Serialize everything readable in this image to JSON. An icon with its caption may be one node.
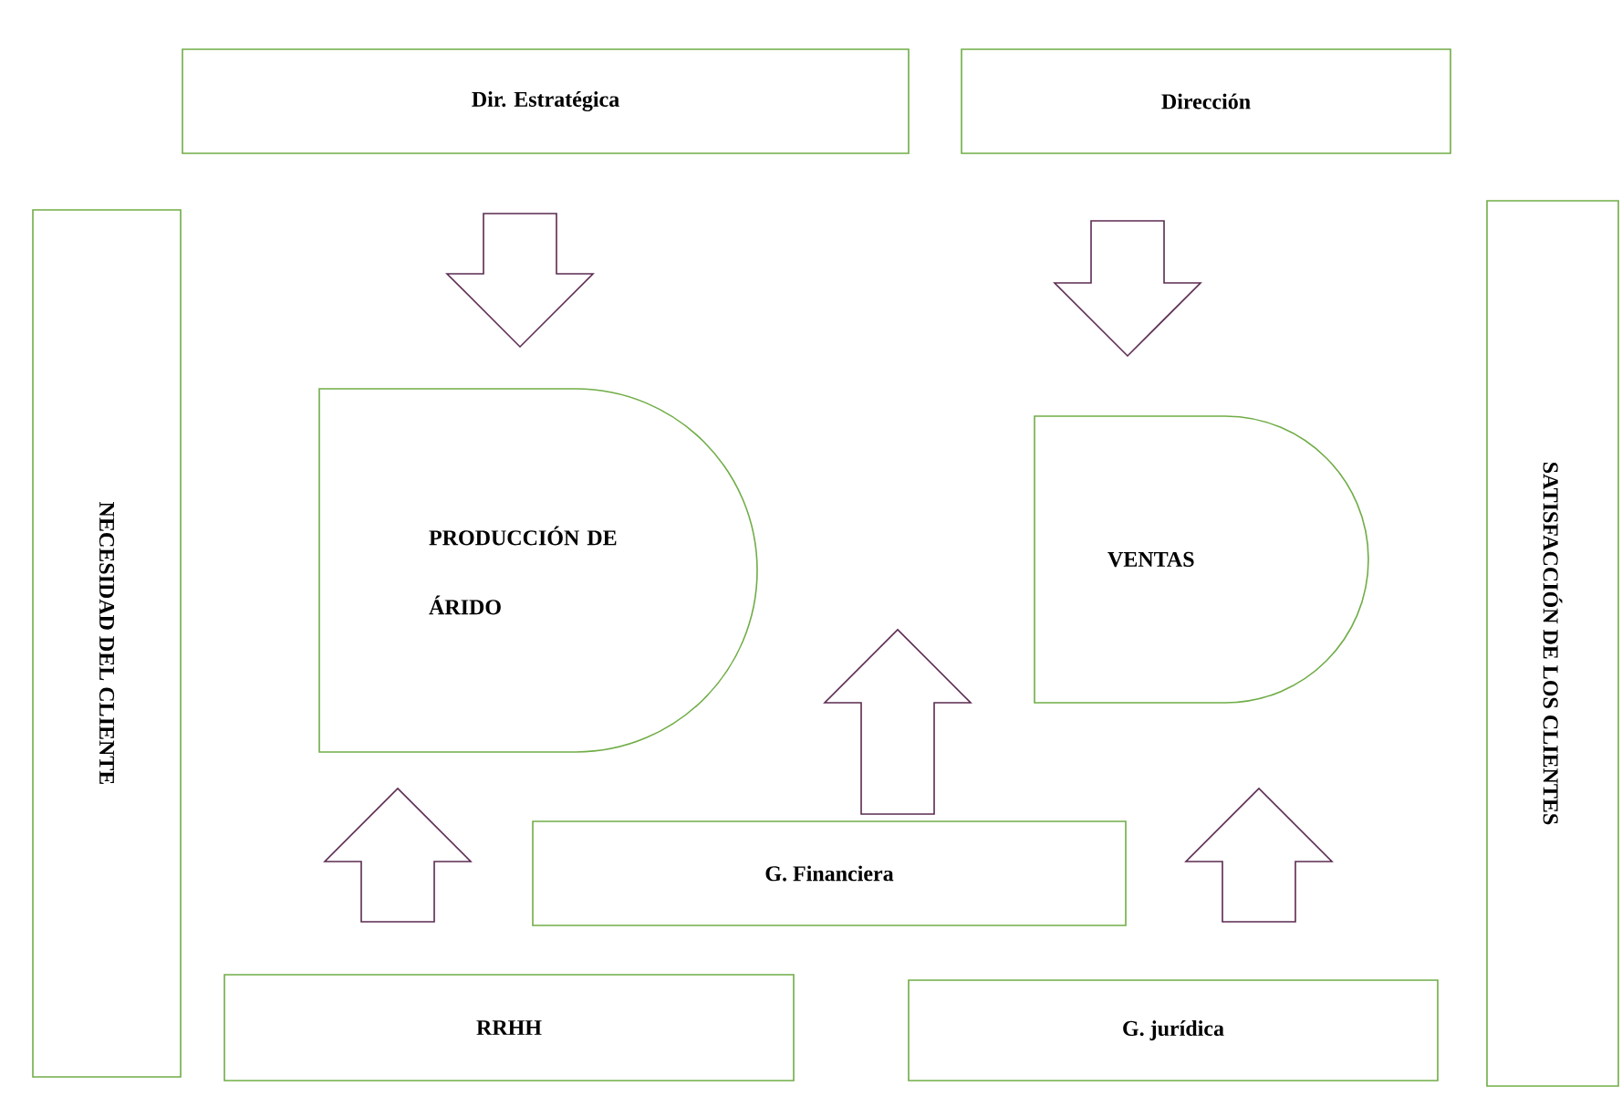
{
  "diagram": {
    "nodes": [
      {
        "text": [
          "Dir. Estratégica"
        ]
      },
      {
        "text": [
          "Dirección"
        ]
      },
      {
        "text": [
          "NECESIDAD DEL CLIENTE"
        ]
      },
      {
        "text": [
          "SATISFACCIÓN DE LOS CLIENTES"
        ]
      },
      {
        "text": [
          "PRODUCCIÓN DE ÁRIDO"
        ]
      },
      {
        "text": [
          "VENTAS"
        ]
      },
      {
        "text": [
          "G. Financiera"
        ]
      },
      {
        "text": [
          "RRHH"
        ]
      },
      {
        "text": [
          "G. jurídica"
        ]
      }
    ],
    "edges": [
      {
        "from": 0,
        "to": 4,
        "arrow": "to"
      },
      {
        "from": 1,
        "to": 5,
        "arrow": "to"
      },
      {
        "from": 6,
        "to": null,
        "arrow": "to"
      },
      {
        "from": 7,
        "to": 4,
        "arrow": "to"
      },
      {
        "from": 8,
        "to": 5,
        "arrow": "to"
      }
    ]
  }
}
